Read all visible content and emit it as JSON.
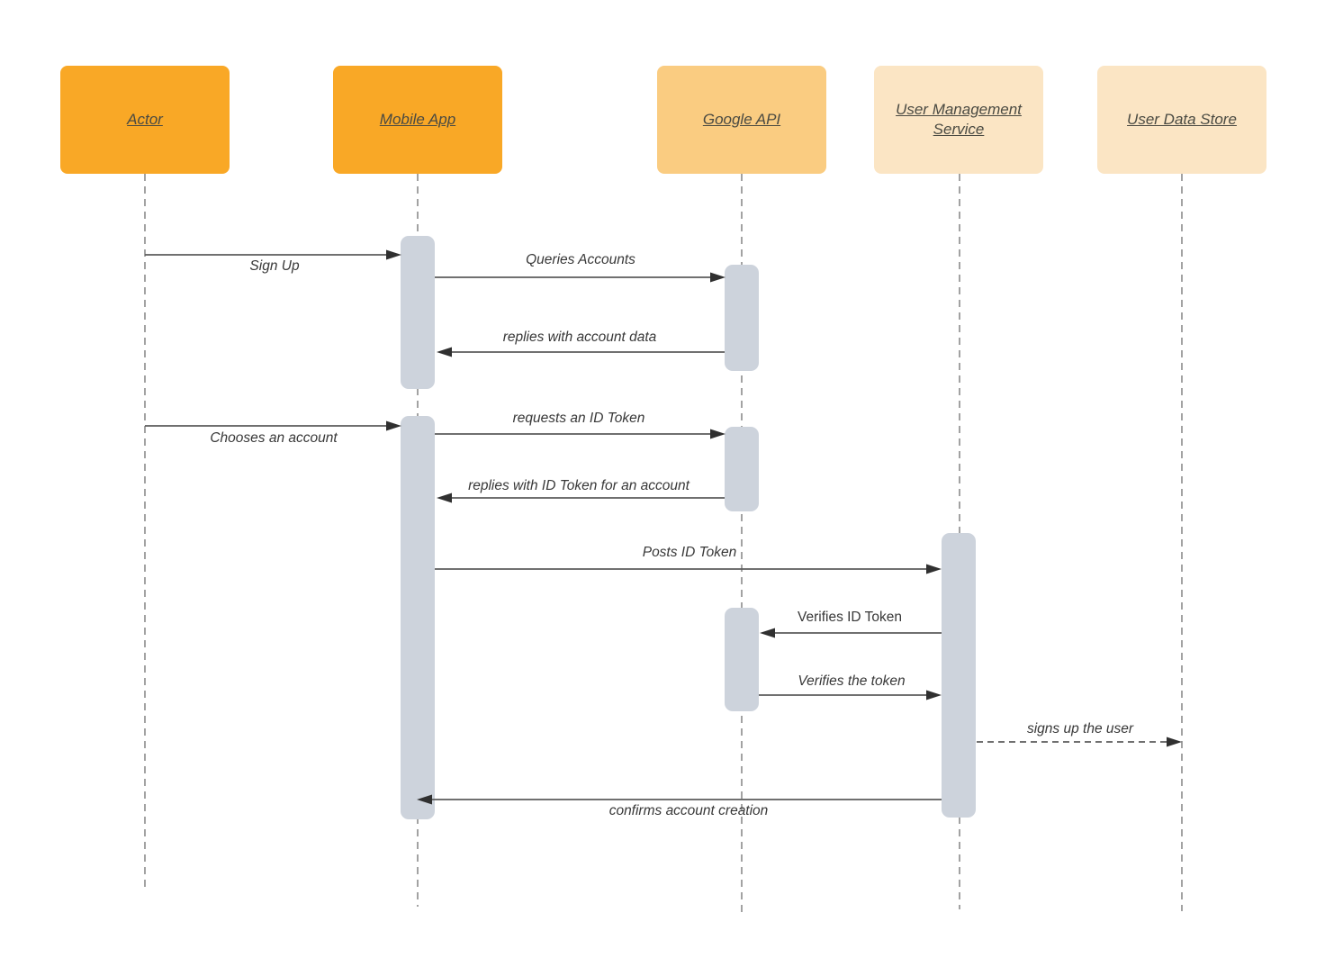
{
  "diagram": {
    "type": "uml-sequence-diagram",
    "participants": [
      {
        "name": "Actor",
        "fill": "#F9A826"
      },
      {
        "name": "Mobile App",
        "fill": "#F9A826"
      },
      {
        "name": "Google API",
        "fill": "#FACC81"
      },
      {
        "name": "User Management Service",
        "fill": "#FBE5C4"
      },
      {
        "name": "User Data Store",
        "fill": "#FBE5C4"
      }
    ],
    "messages": [
      {
        "from": "Actor",
        "to": "Mobile App",
        "label": "Sign Up",
        "line": "solid",
        "text_style": "italic"
      },
      {
        "from": "Mobile App",
        "to": "Google API",
        "label": "Queries Accounts",
        "line": "solid",
        "text_style": "italic"
      },
      {
        "from": "Google API",
        "to": "Mobile App",
        "label": "replies with account data",
        "line": "solid",
        "text_style": "italic"
      },
      {
        "from": "Actor",
        "to": "Mobile App",
        "label": "Chooses an account",
        "line": "solid",
        "text_style": "italic"
      },
      {
        "from": "Mobile App",
        "to": "Google API",
        "label": "requests an ID Token",
        "line": "solid",
        "text_style": "italic"
      },
      {
        "from": "Google API",
        "to": "Mobile App",
        "label": "replies with ID Token for an account",
        "line": "solid",
        "text_style": "italic"
      },
      {
        "from": "Mobile App",
        "to": "User Management Service",
        "label": "Posts ID Token",
        "line": "solid",
        "text_style": "italic"
      },
      {
        "from": "User Management Service",
        "to": "Google API",
        "label": "Verifies ID Token",
        "line": "solid",
        "text_style": "normal"
      },
      {
        "from": "Google API",
        "to": "User Management Service",
        "label": "Verifies the token",
        "line": "solid",
        "text_style": "italic"
      },
      {
        "from": "User Management Service",
        "to": "User Data Store",
        "label": "signs up the user",
        "line": "dashed",
        "text_style": "italic"
      },
      {
        "from": "User Management Service",
        "to": "Mobile App",
        "label": "confirms account creation",
        "line": "solid",
        "text_style": "italic"
      }
    ],
    "colors": {
      "participant_strong": "#F9A826",
      "participant_medium": "#FACC81",
      "participant_light": "#FBE5C4",
      "activation_bar": "#CDD3DC",
      "lifeline": "#8c8c8c",
      "message_line": "#5c5c5c",
      "arrowhead": "#303030",
      "text": "#383838",
      "background": "#ffffff"
    }
  }
}
